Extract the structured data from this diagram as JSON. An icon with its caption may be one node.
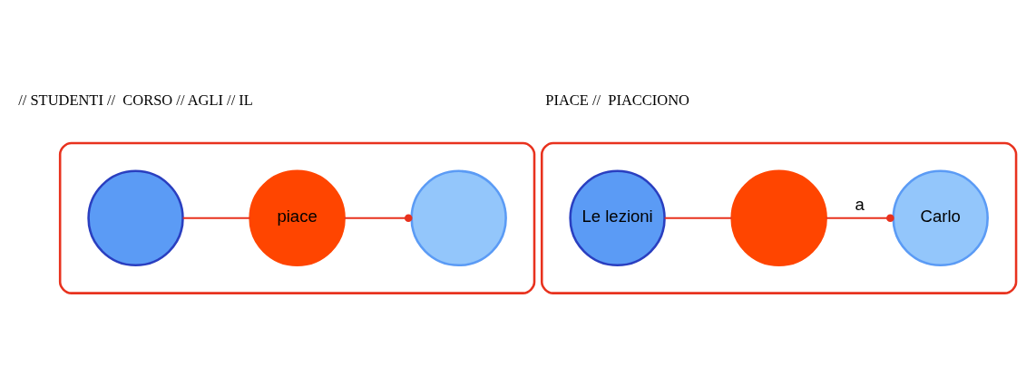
{
  "diagram": {
    "nodes": [
      {
        "text": [],
        "shape": "ellipse"
      },
      {
        "text": [],
        "shape": "circle",
        "in": 0
      },
      {
        "text": [
          "piace"
        ],
        "in": 0
      },
      {
        "text": [],
        "shape": "circle",
        "in": 0
      },
      {
        "text": [],
        "shape": "ellipse"
      },
      {
        "text": [
          "Le lezioni"
        ],
        "in": 4
      },
      {
        "text": [],
        "shape": "circle",
        "in": 4
      },
      {
        "text": [
          "Carlo"
        ],
        "in": 4
      }
    ],
    "edges": [
      {
        "from": 1,
        "to": 2,
        "arrow": "none",
        "color": "#e8321e"
      },
      {
        "from": 2,
        "to": 3,
        "arrow": "other",
        "color": "#e8321e"
      },
      {
        "from": 5,
        "to": 6,
        "arrow": "none",
        "color": "#e8321e"
      },
      {
        "from": 6,
        "to": 7,
        "arrow": "other",
        "label": "a",
        "color": "#e8321e"
      }
    ],
    "labels": [
      "// STUDENTI //  CORSO // AGLI // IL",
      "PIACE //  PIACCIONO"
    ]
  }
}
